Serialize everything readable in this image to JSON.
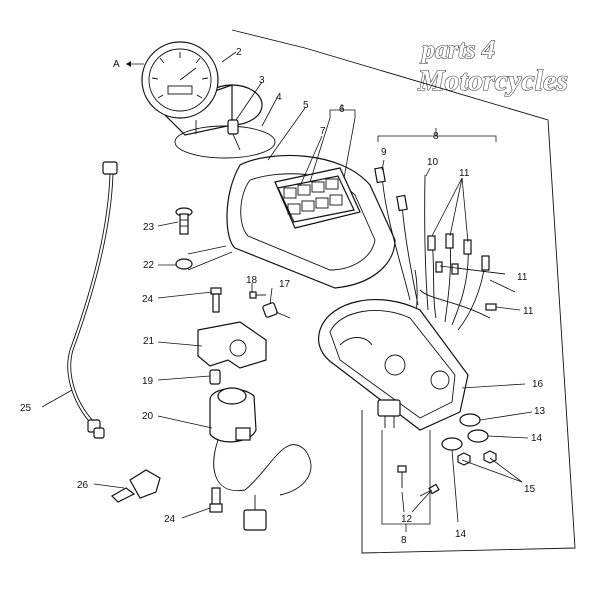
{
  "watermark": {
    "line1": "parts 4",
    "line2": "Motorcycles"
  },
  "callouts": {
    "A": "A",
    "n2": "2",
    "n3": "3",
    "n4": "4",
    "n5": "5",
    "n6": "6",
    "n7": "7",
    "n8_top": "8",
    "n8_bottom": "8",
    "n9": "9",
    "n10": "10",
    "n11_a": "11",
    "n11_b": "11",
    "n11_c": "11",
    "n12": "12",
    "n13": "13",
    "n14_a": "14",
    "n14_b": "14",
    "n15": "15",
    "n16": "16",
    "n17": "17",
    "n18": "18",
    "n19": "19",
    "n20": "20",
    "n21": "21",
    "n22": "22",
    "n23": "23",
    "n24_a": "24",
    "n24_b": "24",
    "n25": "25",
    "n26": "26"
  },
  "colors": {
    "line": "#111111",
    "background": "#ffffff"
  }
}
